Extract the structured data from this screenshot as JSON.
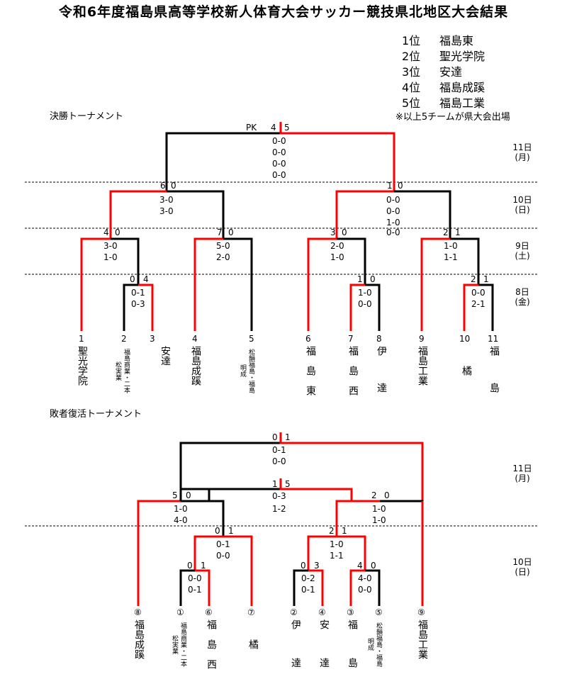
{
  "title": "令和6年度福島県高等学校新人体育大会サッカー競技県北地区大会結果",
  "results": [
    {
      "rank": "1位",
      "team": "福島東"
    },
    {
      "rank": "2位",
      "team": "聖光学院"
    },
    {
      "rank": "3位",
      "team": "安達"
    },
    {
      "rank": "4位",
      "team": "福島成蹊"
    },
    {
      "rank": "5位",
      "team": "福島工業"
    }
  ],
  "note": "※以上5チームが県大会出場",
  "main": {
    "section_label": "決勝トーナメント",
    "final": {
      "pk": "PK",
      "left": "4",
      "right": "5",
      "periods": [
        "0-0",
        "0-0",
        "0-0",
        "0-0"
      ]
    },
    "semis": [
      {
        "left": "6",
        "right": "0",
        "periods": [
          "3-0",
          "3-0"
        ]
      },
      {
        "left": "1",
        "right": "0",
        "periods": [
          "0-0",
          "0-0",
          "1-0",
          "0-0"
        ]
      }
    ],
    "quarters": [
      {
        "left": "4",
        "right": "0",
        "periods": [
          "3-0",
          "1-0"
        ]
      },
      {
        "left": "7",
        "right": "0",
        "periods": [
          "5-0",
          "2-0"
        ]
      },
      {
        "left": "3",
        "right": "0",
        "periods": [
          "2-0",
          "1-0"
        ]
      },
      {
        "left": "2",
        "right": "1",
        "periods": [
          "1-0",
          "1-1"
        ]
      }
    ],
    "first_round": [
      {
        "left": "0",
        "right": "4",
        "periods": [
          "0-1",
          "0-3"
        ]
      },
      {
        "left": "1",
        "right": "0",
        "periods": [
          "1-0",
          "0-0"
        ]
      },
      {
        "left": "2",
        "right": "1",
        "periods": [
          "0-0",
          "2-1"
        ]
      }
    ],
    "days": [
      {
        "day": "11日",
        "weekday": "(月)"
      },
      {
        "day": "10日",
        "weekday": "(日)"
      },
      {
        "day": "9日",
        "weekday": "(土)"
      },
      {
        "day": "8日",
        "weekday": "(金)"
      }
    ],
    "teams": [
      {
        "no": "1",
        "name": "聖光学院"
      },
      {
        "no": "2",
        "name": "福島商業・二本松実業"
      },
      {
        "no": "3",
        "name": "安達"
      },
      {
        "no": "4",
        "name": "福島成蹊"
      },
      {
        "no": "5",
        "name": "松韻福島・福島明成"
      },
      {
        "no": "6",
        "name": "福島東"
      },
      {
        "no": "7",
        "name": "福島西"
      },
      {
        "no": "8",
        "name": "伊達"
      },
      {
        "no": "9",
        "name": "福島工業"
      },
      {
        "no": "10",
        "name": "橘"
      },
      {
        "no": "11",
        "name": "福島"
      }
    ]
  },
  "consolation": {
    "section_label": "敗者復活トーナメント",
    "final": {
      "left": "0",
      "right": "1",
      "periods": [
        "0-1",
        "0-0"
      ]
    },
    "semi_mid": {
      "left": "1",
      "right": "5",
      "periods": [
        "0-3",
        "1-2"
      ]
    },
    "r2": [
      {
        "left": "5",
        "right": "0",
        "periods": [
          "1-0",
          "4-0"
        ]
      },
      {
        "left": "2",
        "right": "0",
        "periods": [
          "1-0",
          "1-0"
        ]
      }
    ],
    "r3": [
      {
        "left": "0",
        "right": "1",
        "periods": [
          "0-1",
          "0-0"
        ]
      },
      {
        "left": "2",
        "right": "1",
        "periods": [
          "1-0",
          "1-1"
        ]
      }
    ],
    "r4": [
      {
        "left": "0",
        "right": "1",
        "periods": [
          "0-0",
          "0-1"
        ]
      },
      {
        "left": "0",
        "right": "3",
        "periods": [
          "0-2",
          "0-1"
        ]
      },
      {
        "left": "4",
        "right": "0",
        "periods": [
          "4-0",
          "0-0"
        ]
      }
    ],
    "days": [
      {
        "day": "11日",
        "weekday": "(月)"
      },
      {
        "day": "10日",
        "weekday": "(日)"
      }
    ],
    "teams": [
      {
        "no": "⑧",
        "name": "福島成蹊"
      },
      {
        "no": "①",
        "name": "福島商業・二本松実業"
      },
      {
        "no": "⑥",
        "name": "福島西"
      },
      {
        "no": "⑦",
        "name": "橘"
      },
      {
        "no": "②",
        "name": "伊達"
      },
      {
        "no": "④",
        "name": "安達"
      },
      {
        "no": "③",
        "name": "福島"
      },
      {
        "no": "⑤",
        "name": "松韻福島・福島明成"
      },
      {
        "no": "⑨",
        "name": "福島工業"
      }
    ]
  },
  "colors": {
    "winner_line": "#ff0000",
    "loser_line": "#000000"
  }
}
